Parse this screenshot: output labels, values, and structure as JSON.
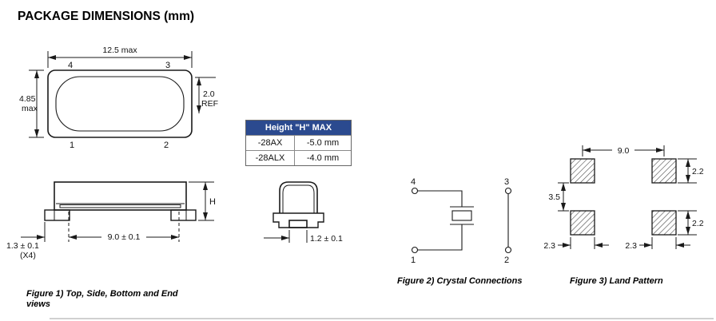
{
  "colors": {
    "table_header_bg": "#2b4a8f",
    "table_header_text": "#ffffff",
    "drawing_line": "#1a1a1a",
    "background": "#ffffff"
  },
  "title": "PACKAGE DIMENSIONS (mm)",
  "figure1": {
    "top_view": {
      "width_dim": "12.5 max",
      "height_dim_value": "4.85",
      "height_dim_suffix": "max",
      "ref_dim_value": "2.0",
      "ref_dim_suffix": "REF",
      "pin_top_left": "4",
      "pin_top_right": "3",
      "pin_bottom_left": "1",
      "pin_bottom_right": "2"
    },
    "side_view": {
      "length_dim": "9.0 ± 0.1",
      "pad_dim": "1.3 ± 0.1",
      "pad_dim_qty": "(X4)",
      "height_dim": "H"
    },
    "end_view": {
      "pad_dim": "1.2 ± 0.1"
    },
    "caption_line1": "Figure 1) Top, Side, Bottom  and End",
    "caption_line2": "views"
  },
  "height_table": {
    "header": "Height \"H\" MAX",
    "rows": [
      {
        "suffix": "-28AX",
        "height": "-5.0 mm"
      },
      {
        "suffix": "-28ALX",
        "height": "-4.0 mm"
      }
    ]
  },
  "figure2": {
    "pin_top_left": "4",
    "pin_top_right": "3",
    "pin_bottom_left": "1",
    "pin_bottom_right": "2",
    "caption": "Figure 2) Crystal Connections"
  },
  "figure3": {
    "horizontal_dim": "9.0",
    "vertical_gap_dim": "3.5",
    "pad_height_dim_top": "2.2",
    "pad_height_dim_bottom": "2.2",
    "pad_width_dim_left": "2.3",
    "pad_width_dim_right": "2.3",
    "caption": "Figure 3) Land Pattern"
  }
}
